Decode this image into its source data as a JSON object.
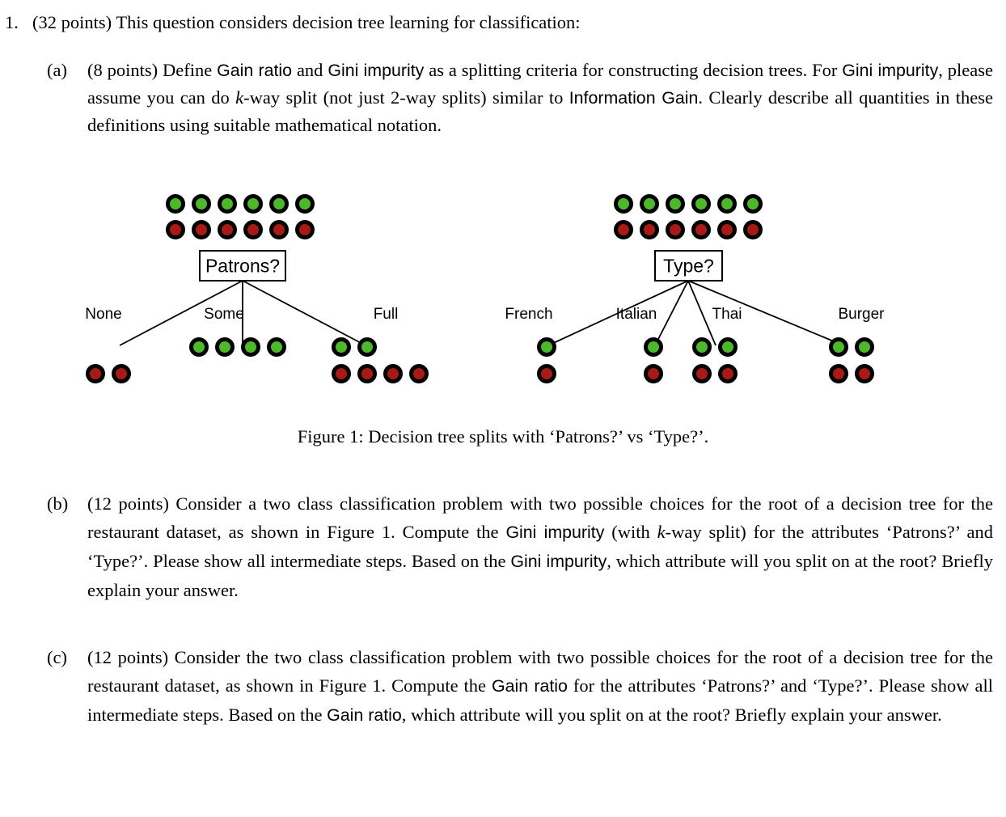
{
  "document": {
    "type": "homework-question",
    "background_color": "#ffffff",
    "text_color": "#000000"
  },
  "question_1": {
    "marker": "1.",
    "text_parts": [
      {
        "style": "serif",
        "text": "(32 points) This question considers decision tree learning for classification:"
      }
    ]
  },
  "part_a": {
    "marker": "(a)",
    "text_parts": [
      {
        "style": "serif",
        "text": "(8 points) Define "
      },
      {
        "style": "sans",
        "text": "Gain ratio"
      },
      {
        "style": "serif",
        "text": " and "
      },
      {
        "style": "sans",
        "text": "Gini impurity"
      },
      {
        "style": "serif",
        "text": " as a splitting criteria for constructing decision trees. For "
      },
      {
        "style": "sans",
        "text": "Gini impurity"
      },
      {
        "style": "serif",
        "text": ", please assume you can do "
      },
      {
        "style": "math-italic",
        "text": "k"
      },
      {
        "style": "serif",
        "text": "-way split (not just 2-way splits) similar to "
      },
      {
        "style": "sans",
        "text": "Information Gain"
      },
      {
        "style": "serif",
        "text": ". Clearly describe all quantities in these definitions using suitable mathematical notation."
      }
    ]
  },
  "part_b": {
    "marker": "(b)",
    "text_parts": [
      {
        "style": "serif",
        "text": "(12 points) Consider a two class classification problem with two possible choices for the root of a decision tree for the restaurant dataset, as shown in Figure 1. Compute the "
      },
      {
        "style": "sans",
        "text": "Gini impurity"
      },
      {
        "style": "serif",
        "text": " (with "
      },
      {
        "style": "math-italic",
        "text": "k"
      },
      {
        "style": "serif",
        "text": "-way split) for the attributes ‘Patrons?’ and ‘Type?’. Please show all intermediate steps. Based on the "
      },
      {
        "style": "sans",
        "text": "Gini impurity"
      },
      {
        "style": "serif",
        "text": ", which attribute will you split on at the root? Briefly explain your answer."
      }
    ]
  },
  "part_c": {
    "marker": "(c)",
    "text_parts": [
      {
        "style": "serif",
        "text": "(12 points) Consider the two class classification problem with two possible choices for the root of a decision tree for the restaurant dataset, as shown in Figure 1. Compute the "
      },
      {
        "style": "sans",
        "text": "Gain ratio"
      },
      {
        "style": "serif",
        "text": " for the attributes ‘Patrons?’ and ‘Type?’. Please show all intermediate steps. Based on the "
      },
      {
        "style": "sans",
        "text": "Gain ratio"
      },
      {
        "style": "serif",
        "text": ", which attribute will you split on at the root? Briefly explain your answer."
      }
    ]
  },
  "figure": {
    "caption": "Figure 1: Decision tree splits with ‘Patrons?’ vs ‘Type?’.",
    "colors": {
      "positive_fill": "#4eb82b",
      "negative_fill": "#a81a13",
      "marker_stroke": "#000000",
      "line_stroke": "#000000",
      "box_fill": "#ffffff"
    },
    "marker_radius": 12,
    "marker_stroke_width": 5,
    "trees": [
      {
        "id": "patrons-tree",
        "root_label": "Patrons?",
        "root_counts": {
          "positive": 6,
          "negative": 6
        },
        "branches": [
          {
            "label": "None",
            "positive": 0,
            "negative": 2
          },
          {
            "label": "Some",
            "positive": 4,
            "negative": 0
          },
          {
            "label": "Full",
            "positive": 2,
            "negative": 4
          }
        ]
      },
      {
        "id": "type-tree",
        "root_label": "Type?",
        "root_counts": {
          "positive": 6,
          "negative": 6
        },
        "branches": [
          {
            "label": "French",
            "positive": 1,
            "negative": 1
          },
          {
            "label": "Italian",
            "positive": 1,
            "negative": 1
          },
          {
            "label": "Thai",
            "positive": 2,
            "negative": 2
          },
          {
            "label": "Burger",
            "positive": 2,
            "negative": 2
          }
        ]
      }
    ]
  }
}
